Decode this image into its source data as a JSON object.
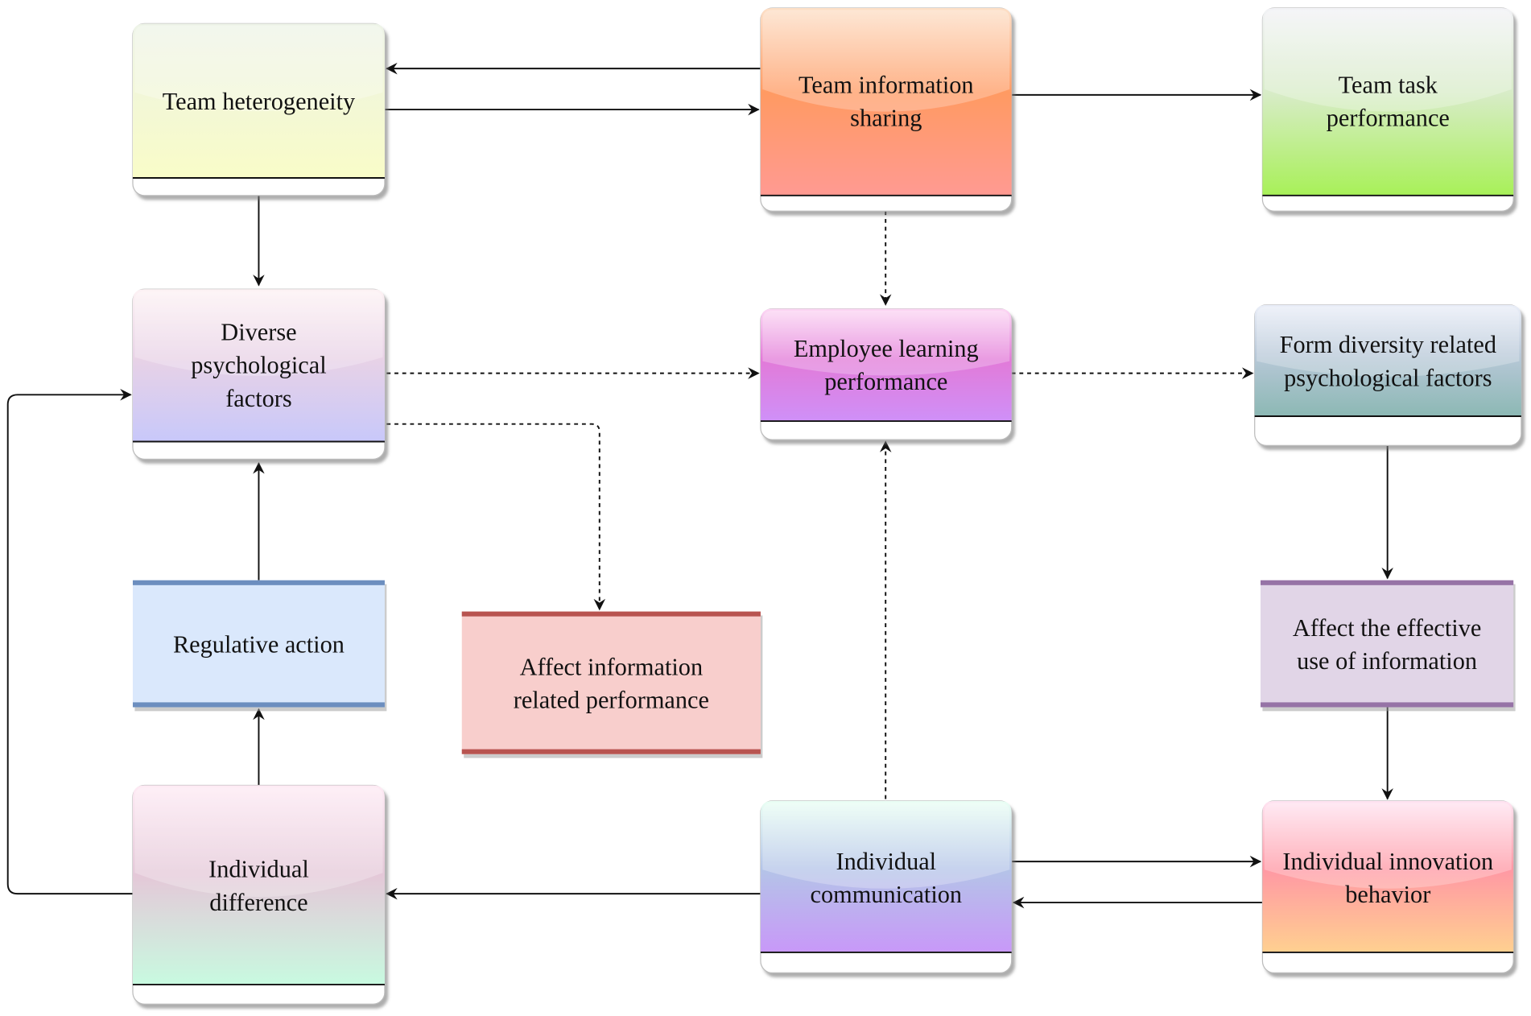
{
  "nodes": [
    {
      "id": "team-heterogeneity",
      "style": "glossy",
      "lines": [
        "Team heterogeneity"
      ],
      "top": "#eef4e8",
      "mid": "#f2f7d8",
      "bottom": "#f9fcc8"
    },
    {
      "id": "team-information-sharing",
      "style": "glossy",
      "lines": [
        "Team information",
        "sharing"
      ],
      "top": "#fde0c8",
      "mid": "#ff9a62",
      "bottom": "#ff9a92"
    },
    {
      "id": "team-task-performance",
      "style": "glossy",
      "lines": [
        "Team task",
        "performance"
      ],
      "top": "#f2f2f6",
      "mid": "#d8ecc8",
      "bottom": "#a8f058"
    },
    {
      "id": "diverse-psychological-factors",
      "style": "glossy",
      "lines": [
        "Diverse",
        "psychological",
        "factors"
      ],
      "top": "#fdf2f4",
      "mid": "#e8d2e6",
      "bottom": "#c8c8fa"
    },
    {
      "id": "employee-learning-performance",
      "style": "glossy",
      "lines": [
        "Employee learning",
        "performance"
      ],
      "top": "#fcd8f4",
      "mid": "#e27ad8",
      "bottom": "#cf90f8"
    },
    {
      "id": "form-diversity-related-psychological-factors",
      "style": "glossy",
      "lines": [
        "Form diversity related",
        "psychological factors"
      ],
      "top": "#eaeef8",
      "mid": "#b8c8d8",
      "bottom": "#8cb8b4"
    },
    {
      "id": "regulative-action",
      "style": "flat",
      "lines": [
        "Regulative action"
      ],
      "fill": "#dae8fc",
      "stroke": "#6c8ebf"
    },
    {
      "id": "affect-information-related-performance",
      "style": "flat",
      "lines": [
        "Affect information",
        "related performance"
      ],
      "fill": "#f8cecc",
      "stroke": "#b85450"
    },
    {
      "id": "affect-effective-use-of-information",
      "style": "flat",
      "lines": [
        "Affect the effective",
        "use of information"
      ],
      "fill": "#e1d5e7",
      "stroke": "#9673a6"
    },
    {
      "id": "individual-difference",
      "style": "glossy",
      "lines": [
        "Individual",
        "difference"
      ],
      "top": "#feeaf4",
      "mid": "#e4c8d8",
      "bottom": "#c8fae0"
    },
    {
      "id": "individual-communication",
      "style": "glossy",
      "lines": [
        "Individual",
        "communication"
      ],
      "top": "#eafff4",
      "mid": "#b4c4e8",
      "bottom": "#c898f8"
    },
    {
      "id": "individual-innovation-behavior",
      "style": "glossy",
      "lines": [
        "Individual innovation",
        "behavior"
      ],
      "top": "#ffe4f2",
      "mid": "#ff98a4",
      "bottom": "#ffd090"
    }
  ]
}
